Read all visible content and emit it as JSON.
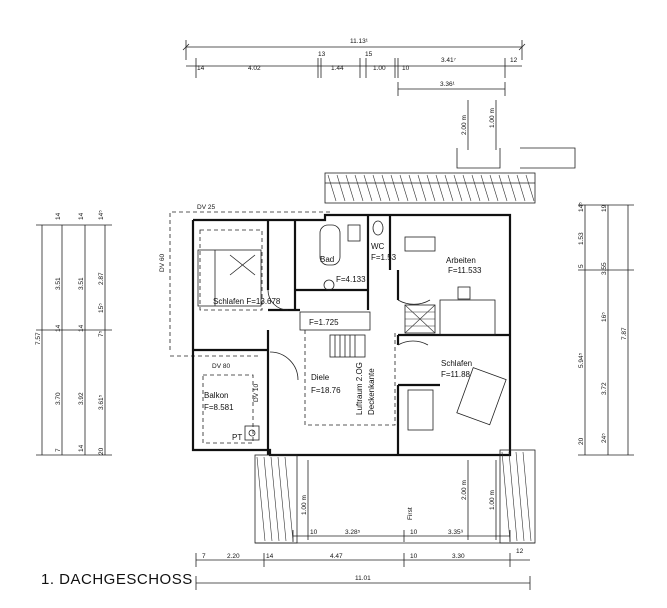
{
  "title": "1. DACHGESCHOSS",
  "rooms": {
    "bad": "Bad",
    "bad_area": "F=4.133",
    "wc": "WC",
    "wc_area": "F=1.53",
    "arbeiten": "Arbeiten",
    "arbeiten_area": "F=11.533",
    "schlafen1": "Schlafen F=13.678",
    "flur_area": "F=1.725",
    "diele": "Diele",
    "diele_area": "F=18.76",
    "luftraum": "Luftraum 2.OG",
    "deckenkante": "Deckenkante",
    "schlafen2": "Schlafen",
    "schlafen2_area": "F=11.88",
    "balkon": "Balkon",
    "balkon_area": "F=8.581",
    "pt": "PT"
  },
  "annotations": {
    "dv25": "DV 25",
    "dv60": "DV 60",
    "dv80": "DV 80",
    "dv10": "DV 10",
    "first": "First",
    "m2_top": "2.00 m",
    "m1_top": "1.00 m",
    "m2_bottom": "2.00 m",
    "m1_bottom": "1.00 m",
    "m1_left": "1.00 m"
  },
  "dims_top": {
    "overall": "11.13¹",
    "d14": "14",
    "d402": "4.02",
    "d13": "13",
    "d144": "1.44",
    "d15": "15",
    "d100": "1.00",
    "d10": "10",
    "d341": "3.41⁷",
    "d12": "12",
    "d336": "3.36¹"
  },
  "dims_bottom": {
    "d7": "7",
    "d220": "2.20",
    "d14": "14",
    "d447": "4.47",
    "d10a": "10",
    "d328": "3.28⁵",
    "d10b": "10",
    "d335": "3.35⁹",
    "d10c": "10",
    "d330": "3.30",
    "d12": "12",
    "overall": "11.01"
  },
  "dims_left": {
    "d757": "7.57",
    "d14a": "14",
    "d14b": "14",
    "d145": "14⁵",
    "d351a": "3.51",
    "d351b": "3.51",
    "d287": "2.87",
    "d14c": "14",
    "d14d": "14",
    "d155": "15⁵",
    "d755": "7⁵",
    "d370": "3.70",
    "d392": "3.92",
    "d361": "3.61⁵",
    "d7": "7",
    "d14e": "14",
    "d20": "20"
  },
  "dims_right": {
    "d145": "14⁵",
    "d19": "19",
    "d153": "1.53",
    "d5": "5",
    "d355": "3.55",
    "d165": "16⁵",
    "d594": "5.94⁵",
    "d787": "7.87",
    "d372": "3.72",
    "d20": "20",
    "d245": "24⁵"
  }
}
